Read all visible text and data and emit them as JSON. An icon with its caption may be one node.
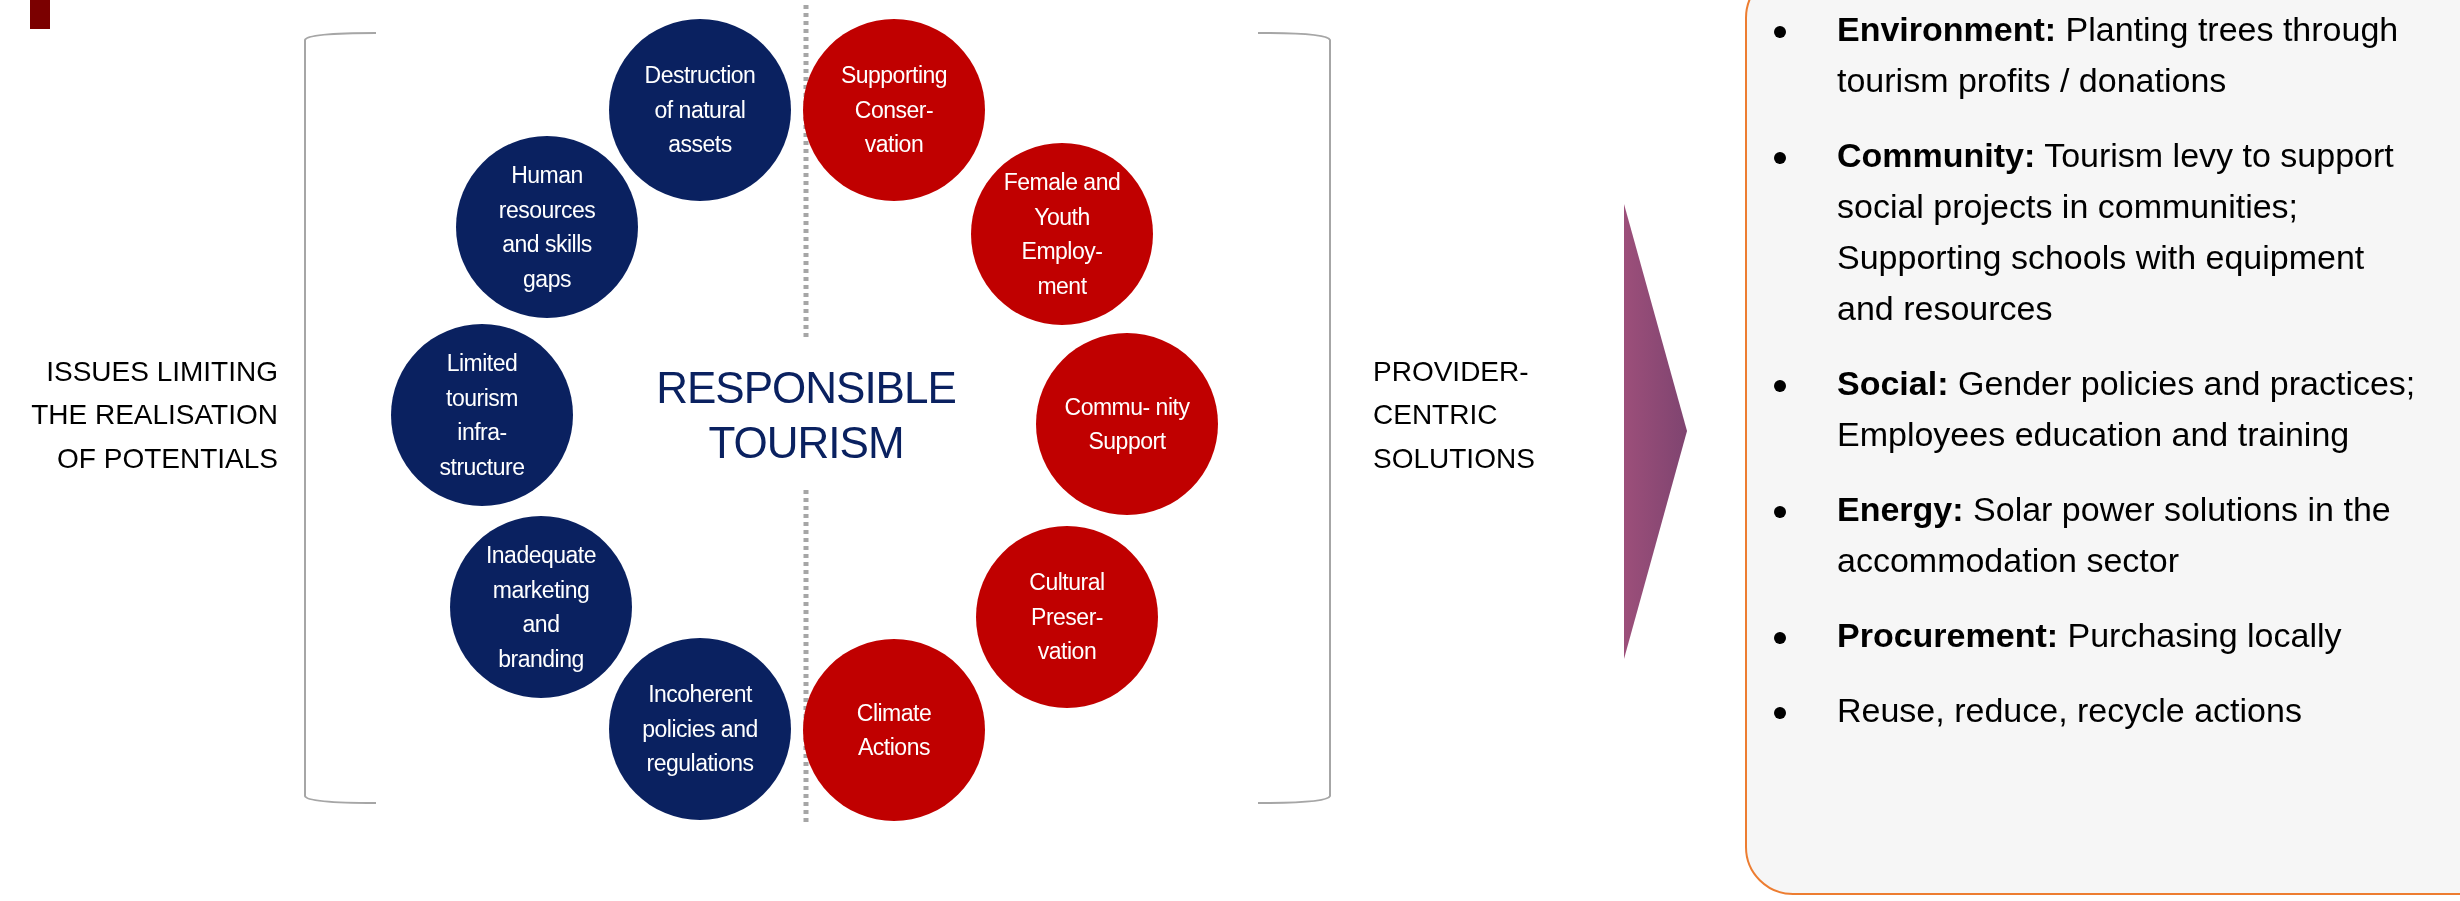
{
  "diagram": {
    "nodes": [
      {
        "text": [
          "Destruction of natural assets"
        ]
      },
      {
        "text": [
          "Human resources and skills gaps"
        ]
      },
      {
        "text": [
          "Limited tourism infra- structure"
        ]
      },
      {
        "text": [
          "Inadequate marketing and branding"
        ]
      },
      {
        "text": [
          "Incoherent policies and regulations"
        ]
      },
      {
        "text": [
          "Supporting Conser- vation"
        ]
      },
      {
        "text": [
          "Female and Youth Employ- ment"
        ]
      },
      {
        "text": [
          "Commu- nity Support"
        ]
      },
      {
        "text": [
          "Cultural Preser- vation"
        ]
      },
      {
        "text": [
          "Climate Actions"
        ]
      },
      {
        "text": [
          "**Environment:** Planting trees through tourism profits / donations",
          "**Community:** Tourism levy to support social projects in communities; Supporting schools with equipment and resources",
          "**Social:** Gender policies and practices; Employees education and training",
          "**Energy:** Solar power solutions in the accommodation sector",
          "**Procurement:** Purchasing locally",
          "Reuse, reduce, recycle actions"
        ]
      }
    ],
    "labels": [
      "ISSUES LIMITING THE REALISATION OF POTENTIALS",
      "RESPONSIBLE TOURISM",
      "PROVIDER- CENTRIC SOLUTIONS"
    ]
  }
}
